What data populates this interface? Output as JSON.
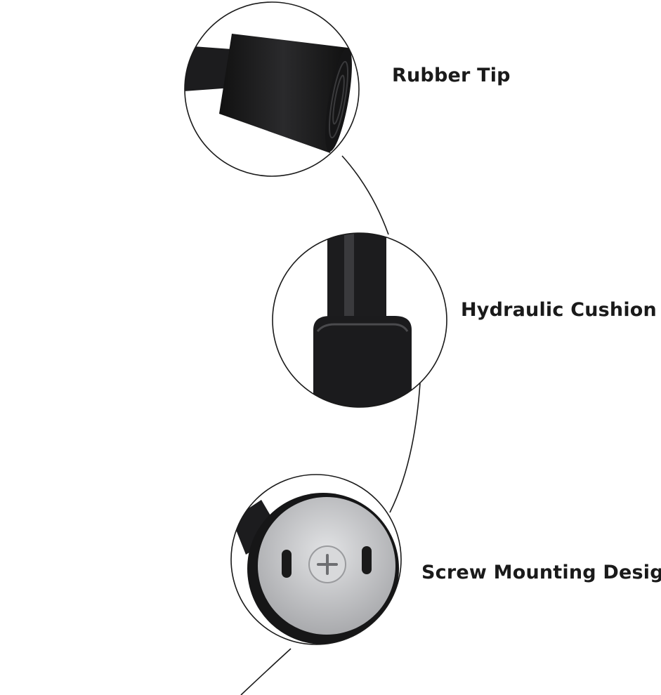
{
  "features": [
    {
      "label": "Rubber Tip"
    },
    {
      "label": "Hydraulic Cushion"
    },
    {
      "label": "Screw Mounting Design"
    }
  ],
  "colors": {
    "line": "#1a1a1a",
    "part": "#1b1b1d",
    "plate": "#c9cacc"
  }
}
